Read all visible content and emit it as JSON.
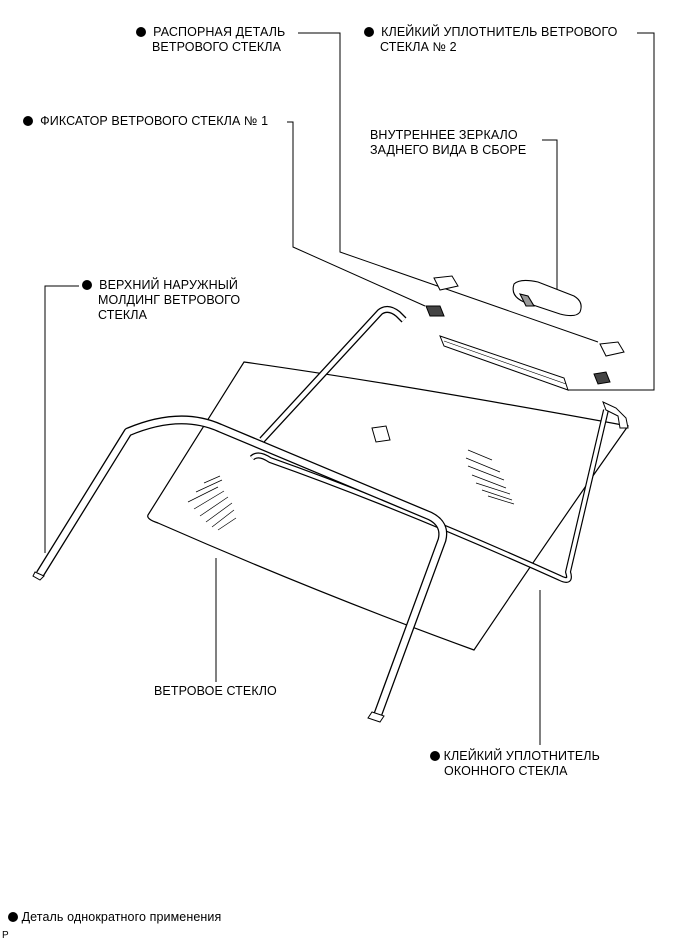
{
  "labels": {
    "spacer": {
      "line1": "РАСПОРНАЯ ДЕТАЛЬ",
      "line2": "ВЕТРОВОГО СТЕКЛА"
    },
    "adhesive_dam_2": {
      "line1": "КЛЕЙКИЙ УПЛОТНИТЕЛЬ ВЕТРОВОГО",
      "line2": "СТЕКЛА № 2"
    },
    "retainer_1": {
      "line1": "ФИКСАТОР ВЕТРОВОГО СТЕКЛА № 1"
    },
    "inner_mirror": {
      "line1": "ВНУТРЕННЕЕ ЗЕРКАЛО",
      "line2": "ЗАДНЕГО ВИДА В СБОРЕ"
    },
    "upper_molding": {
      "line1": "ВЕРХНИЙ НАРУЖНЫЙ",
      "line2": "МОЛДИНГ ВЕТРОВОГО",
      "line3": "СТЕКЛА"
    },
    "windshield": {
      "line1": "ВЕТРОВОЕ СТЕКЛО"
    },
    "window_dam": {
      "line1": "КЛЕЙКИЙ УПЛОТНИТЕЛЬ",
      "line2": "ОКОННОГО СТЕКЛА"
    }
  },
  "legend": {
    "text": "Деталь однократного применения"
  },
  "corner_mark": "P"
}
